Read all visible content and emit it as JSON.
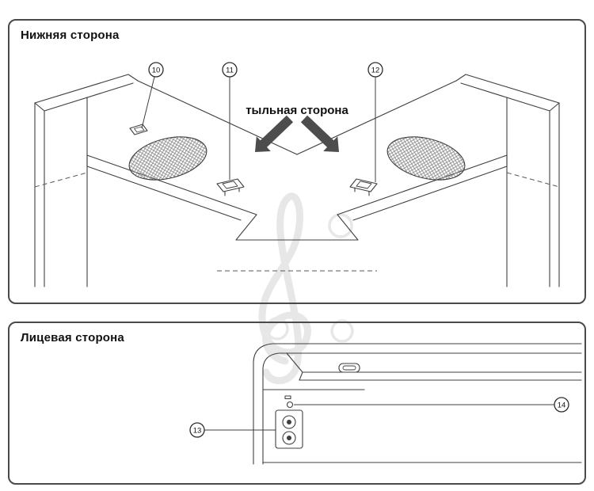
{
  "page": {
    "background": "#ffffff",
    "panel_border_color": "#4a4a4a",
    "line_color": "#3f3f3f"
  },
  "panels": {
    "bottom_view": {
      "title": "Нижняя сторона",
      "rear_label": "тыльная сторона",
      "callouts": [
        {
          "num": "10",
          "points_to": "bottom-fastener"
        },
        {
          "num": "11",
          "points_to": "pedal-connector-left"
        },
        {
          "num": "12",
          "points_to": "pedal-connector-right"
        }
      ]
    },
    "front_view": {
      "title": "Лицевая сторона",
      "callouts": [
        {
          "num": "13",
          "points_to": "phones-jacks"
        },
        {
          "num": "14",
          "points_to": "power-lamp"
        }
      ]
    }
  }
}
